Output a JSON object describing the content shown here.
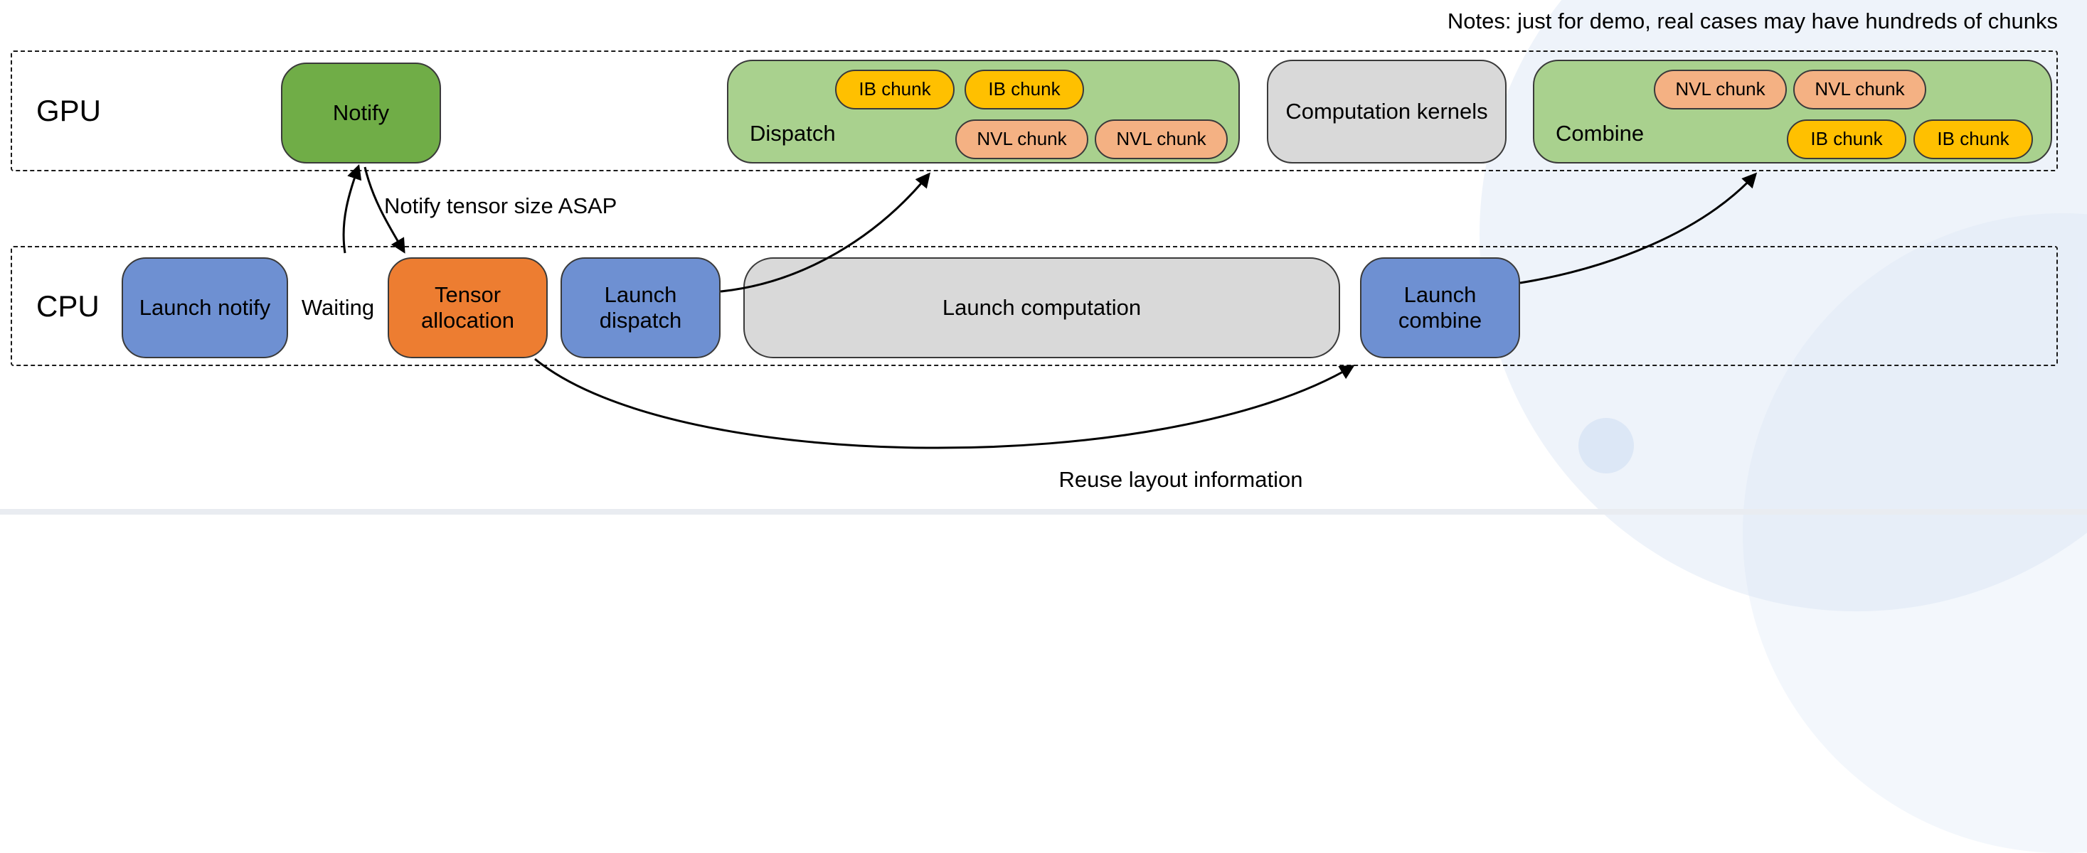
{
  "note": "Notes: just for demo, real cases may have hundreds of chunks",
  "gpu_lane": {
    "label": "GPU",
    "notify": {
      "label": "Notify"
    },
    "dispatch": {
      "label": "Dispatch",
      "chunks_top": [
        "IB chunk",
        "IB chunk"
      ],
      "chunks_bottom": [
        "NVL chunk",
        "NVL chunk"
      ]
    },
    "computation_kernels": {
      "label": "Computation kernels"
    },
    "combine": {
      "label": "Combine",
      "chunks_top": [
        "NVL chunk",
        "NVL chunk"
      ],
      "chunks_bottom": [
        "IB chunk",
        "IB chunk"
      ]
    }
  },
  "cpu_lane": {
    "label": "CPU",
    "launch_notify": {
      "label": "Launch notify"
    },
    "waiting": {
      "label": "Waiting"
    },
    "tensor_allocation": {
      "label": "Tensor allocation"
    },
    "launch_dispatch": {
      "label": "Launch dispatch"
    },
    "launch_computation": {
      "label": "Launch computation"
    },
    "launch_combine": {
      "label": "Launch combine"
    }
  },
  "annotations": {
    "notify_asap": "Notify tensor size ASAP",
    "reuse_layout": "Reuse layout information"
  },
  "colors": {
    "notify_green": "#70AD47",
    "container_green": "#A9D18E",
    "ib_yellow": "#FFC000",
    "nvl_orange": "#F4B183",
    "alloc_orange": "#ED7D31",
    "launch_blue": "#6E90D2",
    "kernel_gray": "#D9D9D9"
  }
}
